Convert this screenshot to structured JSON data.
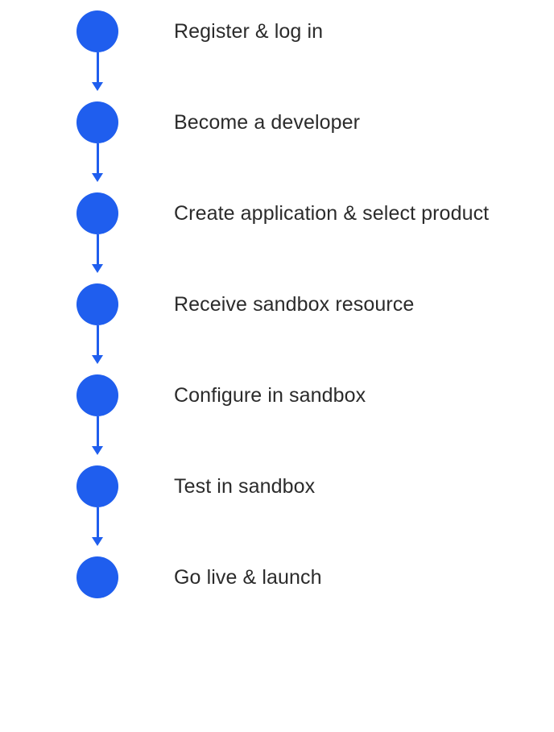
{
  "diagram": {
    "type": "flowchart-vertical",
    "title": "",
    "background_color": "#ffffff",
    "node_color": "#1f5eee",
    "connector_color": "#1f5eee",
    "label_color": "#2b2b2b",
    "steps": [
      {
        "label": "Register & log in"
      },
      {
        "label": "Become a developer"
      },
      {
        "label": "Create application & select product"
      },
      {
        "label": "Receive sandbox resource"
      },
      {
        "label": "Configure in sandbox"
      },
      {
        "label": "Test in sandbox"
      },
      {
        "label": "Go live & launch"
      }
    ]
  }
}
